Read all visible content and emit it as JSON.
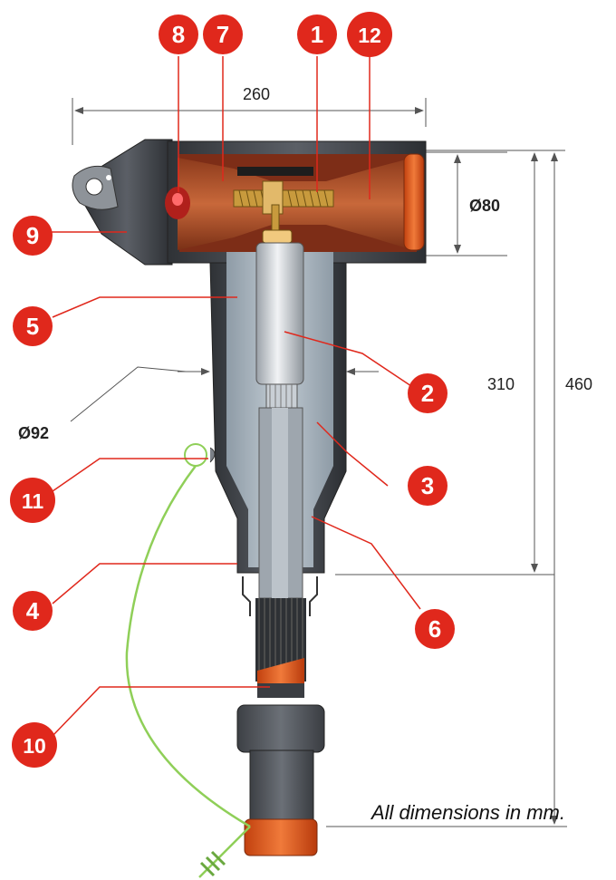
{
  "dimensions": {
    "width_label": "260",
    "bore_label": "Ø80",
    "body_label": "Ø92",
    "height_label": "310",
    "total_label": "460"
  },
  "callouts": [
    "1",
    "2",
    "3",
    "4",
    "5",
    "6",
    "7",
    "8",
    "9",
    "10",
    "11",
    "12"
  ],
  "note": "All dimensions in mm.",
  "colors": {
    "callout": "#e0281c",
    "housing": "#4a4d52",
    "insulation": "#a7b4bf",
    "copper": "#b85a2e",
    "ground_wire": "#8fcf58"
  }
}
